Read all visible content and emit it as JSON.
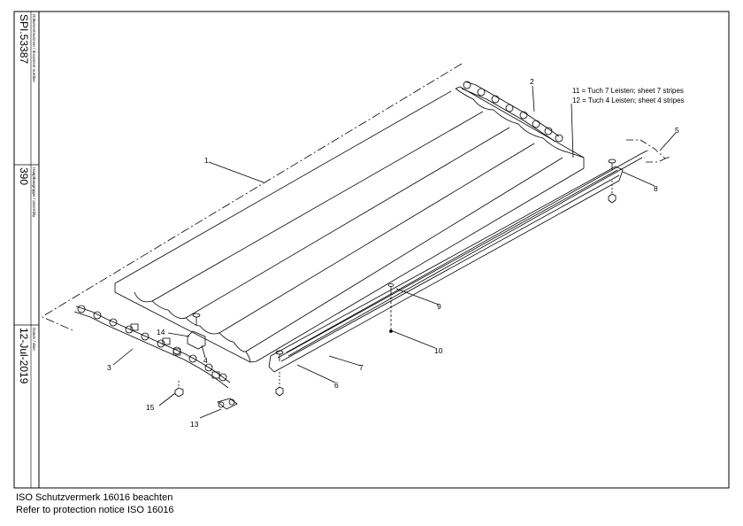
{
  "title_block": {
    "document_number_label": "Dokumentnummer / document number",
    "document_number": "SPI.53387",
    "assembly_label": "Hauptbaugruppe / assembly",
    "assembly": "390",
    "date_label": "Datum / date",
    "date": "12-Jul-2019"
  },
  "notes": {
    "line1": "11 = Tuch 7 Leisten; sheet 7 stripes",
    "line2": "12 = Tuch 4 Leisten; sheet 4 stripes"
  },
  "callouts": [
    "1",
    "2",
    "3",
    "4",
    "5",
    "6",
    "7",
    "8",
    "9",
    "10",
    "13",
    "14",
    "15"
  ],
  "footer": {
    "line1": "ISO Schutzvermerk 16016 beachten",
    "line2": "Refer to protection notice ISO 16016"
  }
}
